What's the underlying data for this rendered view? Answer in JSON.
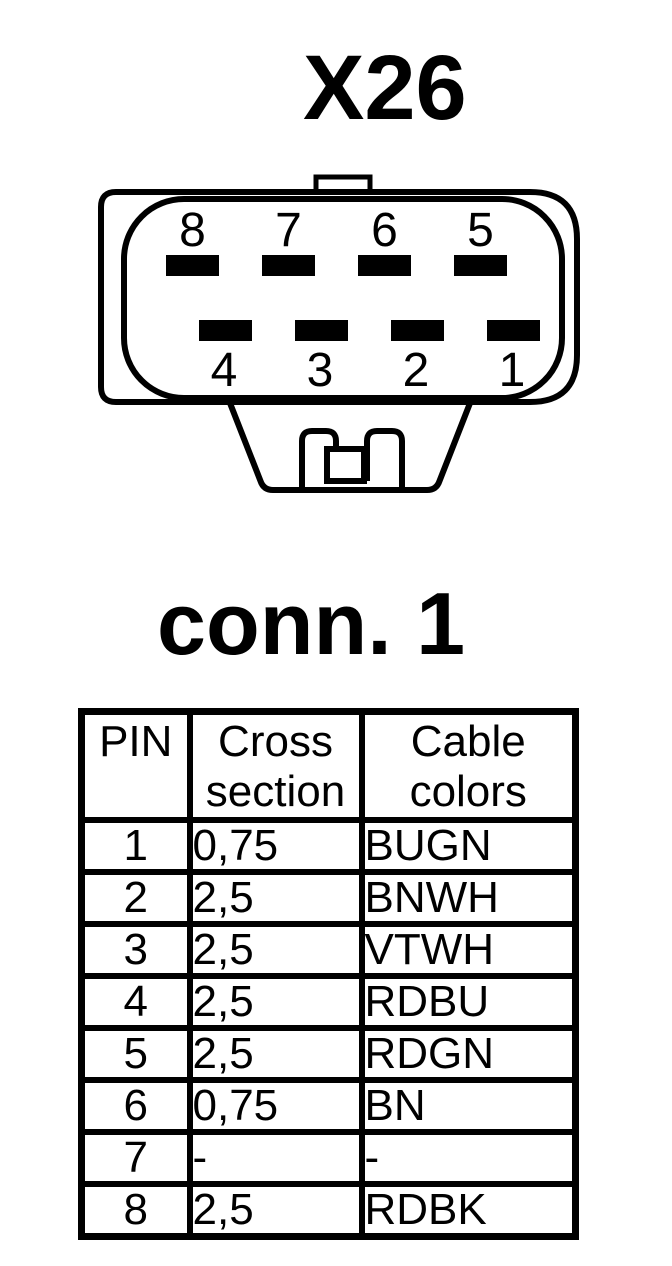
{
  "page": {
    "background": "#ffffff",
    "line_color": "#000000"
  },
  "title": "X26",
  "subtitle": "conn. 1",
  "connector": {
    "top_row_pins": [
      "8",
      "7",
      "6",
      "5"
    ],
    "bottom_row_pins": [
      "4",
      "3",
      "2",
      "1"
    ]
  },
  "table": {
    "headers": [
      "PIN",
      "Cross section",
      "Cable colors"
    ],
    "rows": [
      {
        "pin": "1",
        "cross_section": "0,75",
        "cable_colors": "BUGN"
      },
      {
        "pin": "2",
        "cross_section": "2,5",
        "cable_colors": "BNWH"
      },
      {
        "pin": "3",
        "cross_section": "2,5",
        "cable_colors": "VTWH"
      },
      {
        "pin": "4",
        "cross_section": "2,5",
        "cable_colors": "RDBU"
      },
      {
        "pin": "5",
        "cross_section": "2,5",
        "cable_colors": "RDGN"
      },
      {
        "pin": "6",
        "cross_section": "0,75",
        "cable_colors": "BN"
      },
      {
        "pin": "7",
        "cross_section": "-",
        "cable_colors": "-"
      },
      {
        "pin": "8",
        "cross_section": "2,5",
        "cable_colors": "RDBK"
      }
    ]
  }
}
